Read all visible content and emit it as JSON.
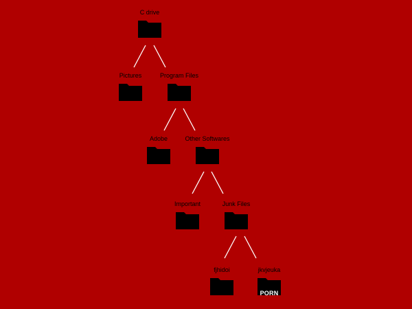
{
  "theme": {
    "background": "#b00000",
    "folder": "#000000",
    "line": "#ffffff",
    "badge_text": "#ffffff"
  },
  "tree": {
    "root": {
      "label": "C drive",
      "icon": "folder-icon"
    },
    "pictures": {
      "label": "Pictures",
      "icon": "folder-icon"
    },
    "program_files": {
      "label": "Program Files",
      "icon": "folder-icon"
    },
    "adobe": {
      "label": "Adobe",
      "icon": "folder-icon"
    },
    "other_softwares": {
      "label": "Other Softwares",
      "icon": "folder-icon"
    },
    "important": {
      "label": "Important",
      "icon": "folder-icon"
    },
    "junk_files": {
      "label": "Junk Files",
      "icon": "folder-icon"
    },
    "fjhidoi": {
      "label": "fjhidoi",
      "icon": "folder-icon"
    },
    "jkvjeuka": {
      "label": "jkvjeuka",
      "icon": "folder-icon",
      "badge": "PORN"
    }
  }
}
